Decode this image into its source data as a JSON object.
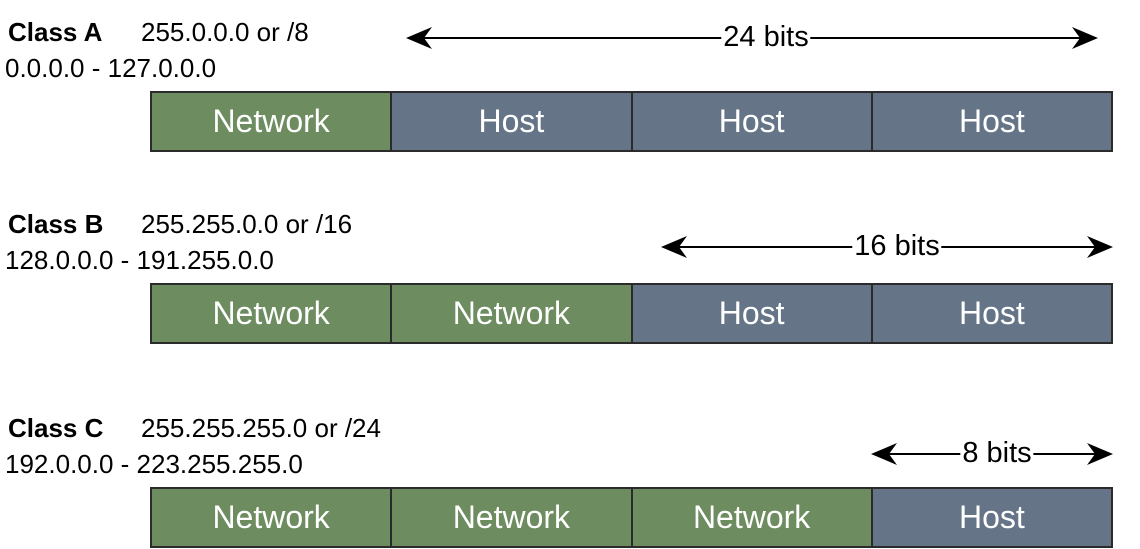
{
  "classes": [
    {
      "name": "Class A",
      "mask": "255.0.0.0 or /8",
      "range": "0.0.0.0 - 127.0.0.0",
      "host_bits": "24 bits",
      "octets": [
        {
          "type": "network",
          "label": "Network"
        },
        {
          "type": "host",
          "label": "Host"
        },
        {
          "type": "host",
          "label": "Host"
        },
        {
          "type": "host",
          "label": "Host"
        }
      ]
    },
    {
      "name": "Class B",
      "mask": "255.255.0.0 or /16",
      "range": "128.0.0.0 - 191.255.0.0",
      "host_bits": "16 bits",
      "octets": [
        {
          "type": "network",
          "label": "Network"
        },
        {
          "type": "network",
          "label": "Network"
        },
        {
          "type": "host",
          "label": "Host"
        },
        {
          "type": "host",
          "label": "Host"
        }
      ]
    },
    {
      "name": "Class C",
      "mask": "255.255.255.0 or /24",
      "range": "192.0.0.0 - 223.255.255.0",
      "host_bits": "8 bits",
      "octets": [
        {
          "type": "network",
          "label": "Network"
        },
        {
          "type": "network",
          "label": "Network"
        },
        {
          "type": "network",
          "label": "Network"
        },
        {
          "type": "host",
          "label": "Host"
        }
      ]
    }
  ],
  "colors": {
    "network": "#6d8c5f",
    "host": "#657587",
    "border": "#2b2b2b",
    "text_on_box": "#ffffff"
  }
}
